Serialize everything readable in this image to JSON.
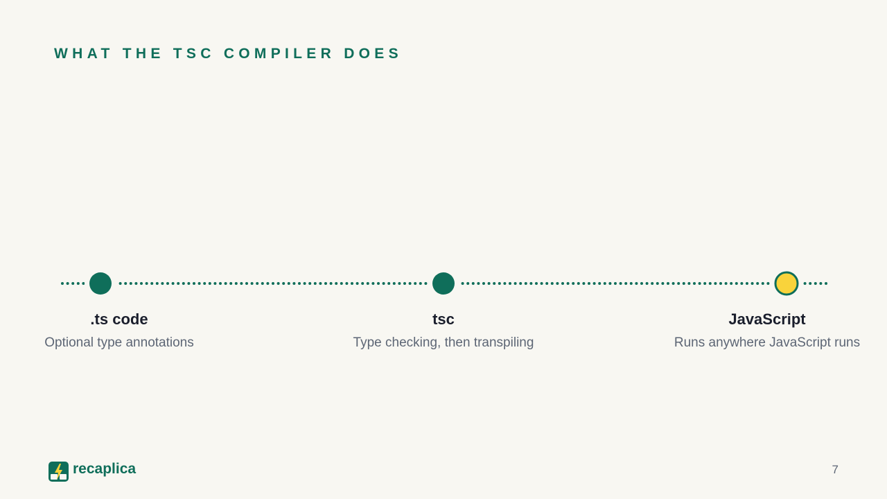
{
  "slide": {
    "title": "WHAT THE TSC COMPILER DOES",
    "page_number": "7"
  },
  "brand": {
    "name": "recaplica",
    "icon": "recaplica-logo-icon"
  },
  "timeline": {
    "steps": [
      {
        "title": ".ts code",
        "description": "Optional type annotations",
        "marker_color": "#0f6e5a"
      },
      {
        "title": "tsc",
        "description": "Type checking, then transpiling",
        "marker_color": "#0f6e5a"
      },
      {
        "title": "JavaScript",
        "description": "Runs anywhere JavaScript runs",
        "marker_color": "#f9d33b"
      }
    ]
  },
  "colors": {
    "accent": "#0f6e5a",
    "highlight": "#f9d33b",
    "background": "#f8f7f2",
    "text_dark": "#1a1e2c",
    "text_muted": "#5d6675"
  }
}
